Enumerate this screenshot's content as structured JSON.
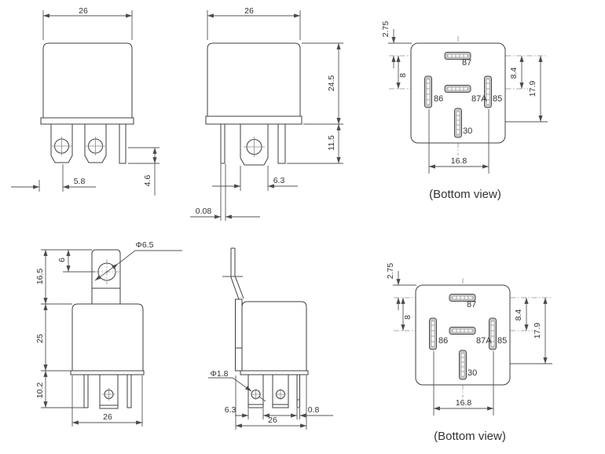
{
  "front_view": {
    "dim_width": "26",
    "dim_pin_center_offset": "5.8",
    "dim_pin_tip_length": "4.6"
  },
  "side_view": {
    "dim_width": "26",
    "dim_body_height": "24.5",
    "dim_pin_length": "11.5",
    "dim_blade_width": "6.3",
    "dim_blade_gap": "0.08"
  },
  "bottom_view_1": {
    "dim_edge_to_row1": "2.75",
    "dim_row1_to_row2_left": "8",
    "dim_row1_to_row2_right": "8.4",
    "dim_row1_to_pin30": "17.9",
    "dim_pin_span": "16.8",
    "pin_labels": {
      "p87": "87",
      "p86": "86",
      "p87a": "87A",
      "p85": "85",
      "p30": "30"
    },
    "caption": "(Bottom view)"
  },
  "bottom_view_2": {
    "dim_edge_to_row1": "2.75",
    "dim_row1_to_row2_left": "8",
    "dim_row1_to_row2_right": "8.4",
    "dim_row1_to_pin30": "17.9",
    "dim_pin_span": "16.8",
    "pin_labels": {
      "p87": "87",
      "p86": "86",
      "p87a": "87A",
      "p85": "85",
      "p30": "30"
    },
    "caption": "(Bottom view)"
  },
  "bracket_front_view": {
    "dim_hole_diameter": "Φ6.5",
    "dim_hole_offset": "6",
    "dim_bracket_height": "16.5",
    "dim_body_height": "25",
    "dim_pin_length": "10.2",
    "dim_width": "26"
  },
  "bracket_side_view": {
    "dim_pin_hole_diameter": "Φ1.8",
    "dim_blade_width": "6.3",
    "dim_blade_thickness": "0.8",
    "dim_width": "26"
  },
  "colors": {
    "object_line": "#3f3f3f",
    "dimension_line": "#555555",
    "centerline": "#8f8f8f",
    "slot_fill": "#c9c9c9",
    "background": "#ffffff"
  }
}
